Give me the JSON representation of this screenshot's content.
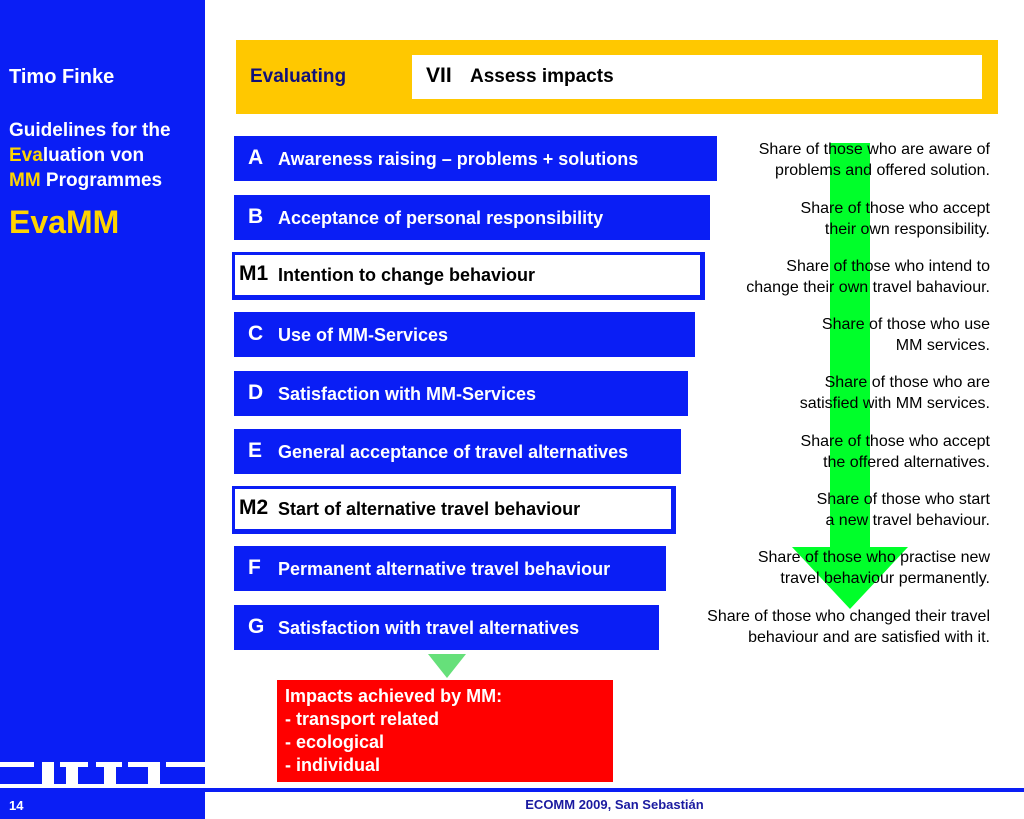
{
  "sidebar": {
    "author": "Timo Finke",
    "guide_line1": "Guidelines for the",
    "guide_line2_hl": "Eva",
    "guide_line2_rest": "luation von",
    "guide_line3_hl": "MM",
    "guide_line3_rest": " Programmes",
    "brand": "EvaMM",
    "slide_number": "14"
  },
  "header": {
    "label": "Evaluating",
    "number": "VII",
    "title": "Assess impacts"
  },
  "steps": [
    {
      "id": "A",
      "label": "Awareness raising – problems + solutions",
      "desc1": "Share of those who are aware of",
      "desc2": "problems and offered solution."
    },
    {
      "id": "B",
      "label": "Acceptance of  personal responsibility",
      "desc1": "Share of those who accept",
      "desc2": "their own responsibility."
    },
    {
      "id": "M1",
      "label": "Intention to change behaviour",
      "desc1": "Share of those who intend to",
      "desc2": "change their own travel bahaviour."
    },
    {
      "id": "C",
      "label": "Use of MM-Services",
      "desc1": "Share of those who use",
      "desc2": "MM services."
    },
    {
      "id": "D",
      "label": "Satisfaction with MM-Services",
      "desc1": "Share of those who are",
      "desc2": "satisfied with MM services."
    },
    {
      "id": "E",
      "label": "General acceptance of travel alternatives",
      "desc1": "Share of those who accept",
      "desc2": "the offered alternatives."
    },
    {
      "id": "M2",
      "label": "Start of alternative travel behaviour",
      "desc1": "Share of those who start",
      "desc2": "a new travel behaviour."
    },
    {
      "id": "F",
      "label": "Permanent alternative travel behaviour",
      "desc1": "Share of those who practise new",
      "desc2": "travel behaviour permanently."
    },
    {
      "id": "G",
      "label": "Satisfaction with travel alternatives",
      "desc1": "Share of those who changed their travel",
      "desc2": "behaviour and are satisfied with it."
    }
  ],
  "impacts": {
    "title": "Impacts achieved by MM:",
    "item1": "- transport related",
    "item2": "- ecological",
    "item3": "- individual"
  },
  "footer": "ECOMM 2009, San Sebastián",
  "colors": {
    "sidebar_blue": "#0a1ef5",
    "header_yellow": "#ffc800",
    "arrow_green": "#00ff2a",
    "impacts_red": "#ff0000",
    "highlight_yellow": "#ffd400"
  }
}
